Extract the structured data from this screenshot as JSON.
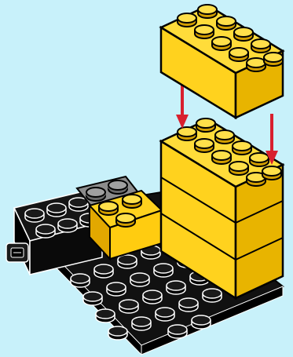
{
  "scene": {
    "kind": "lego-building-instruction-step",
    "colors": {
      "background": "#c8f1fa",
      "brick_yellow": "#ffd21e",
      "brick_yellow_dark": "#e2a800",
      "plate_black": "#111111",
      "plate_gray": "#8c8c8c",
      "arrow_red": "#d8202e",
      "outline": "#000000"
    },
    "parts": [
      {
        "name": "black-baseplate",
        "color": "black"
      },
      {
        "name": "black-2x4-brick",
        "color": "black"
      },
      {
        "name": "gray-plate",
        "color": "gray"
      },
      {
        "name": "yellow-2x2-brick",
        "color": "yellow"
      },
      {
        "name": "yellow-2x4-brick-stack",
        "color": "yellow",
        "count": 3
      },
      {
        "name": "yellow-2x4-brick-new",
        "color": "yellow",
        "count": 1
      }
    ],
    "arrows": [
      {
        "name": "placement-arrow-left",
        "icon": "arrow-down-icon",
        "color": "red"
      },
      {
        "name": "placement-arrow-right",
        "icon": "arrow-down-icon",
        "color": "red"
      }
    ]
  }
}
